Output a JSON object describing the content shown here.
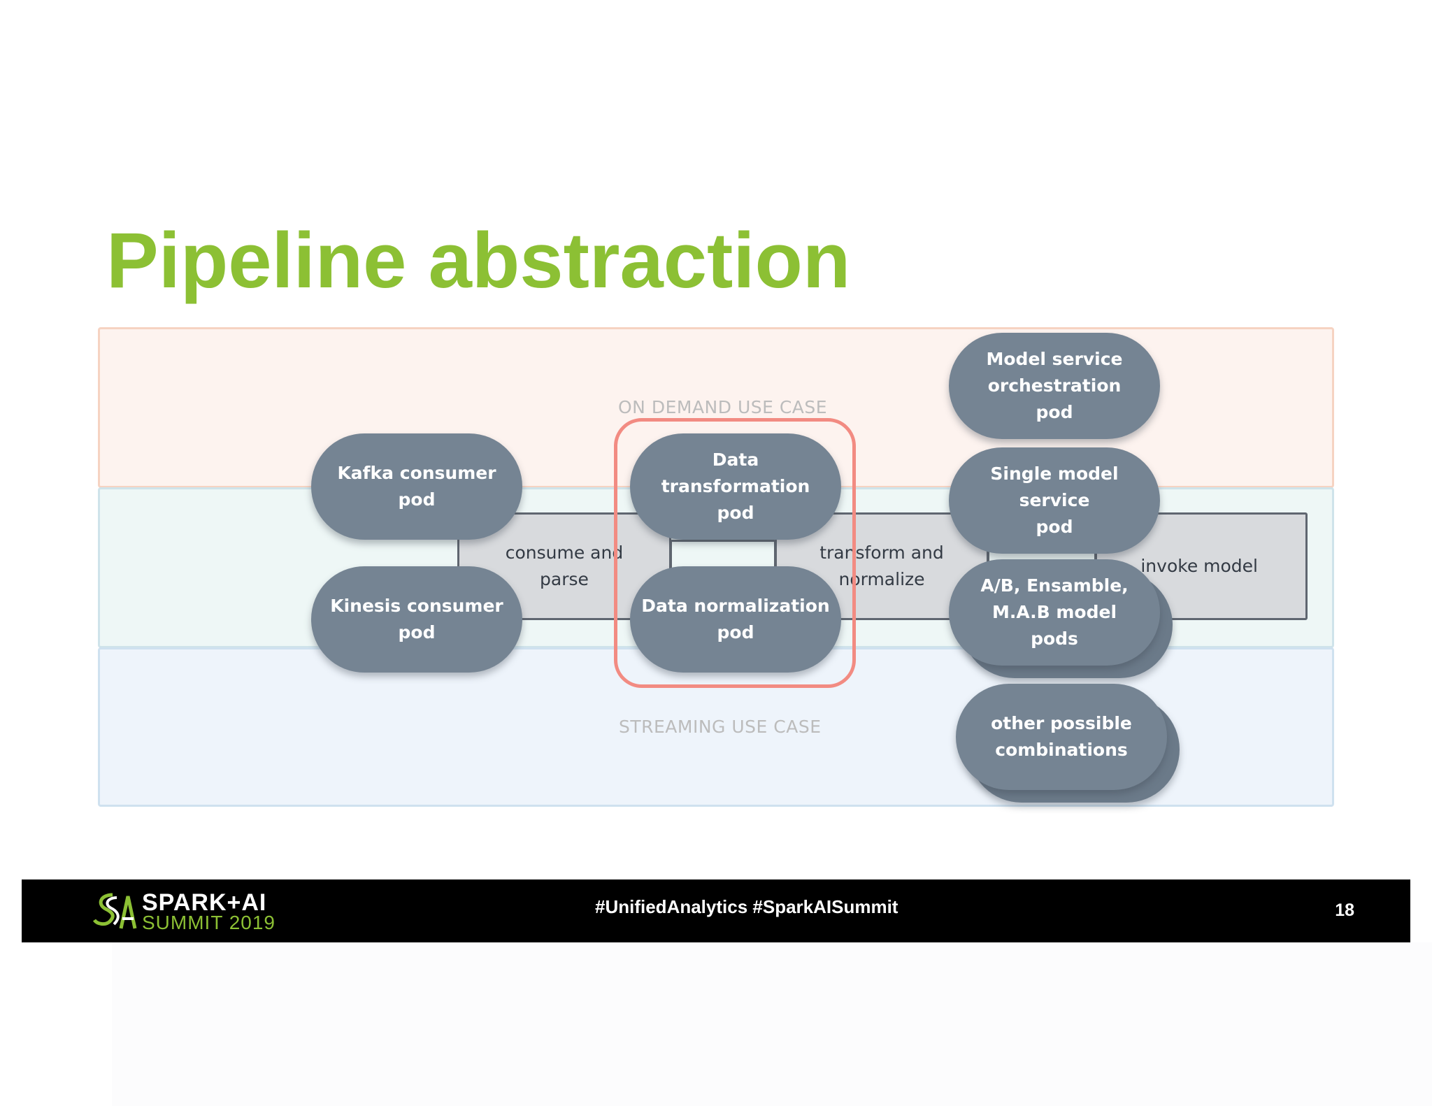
{
  "slide": {
    "title": "Pipeline abstraction",
    "colors": {
      "title": "#8cc034",
      "pod_fill": "#758493",
      "highlight": "#f28b82",
      "footer_bg": "#000000"
    }
  },
  "diagram": {
    "bands": {
      "on_demand_label": "ON DEMAND USE CASE",
      "streaming_label": "STREAMING USE CASE"
    },
    "steps": {
      "consume": "consume and\nparse",
      "transform": "transform and\nnormalize",
      "invoke": "invoke model"
    },
    "pods": {
      "kafka": "Kafka consumer\npod",
      "kinesis": "Kinesis consumer\npod",
      "data_transformation": "Data transformation\npod",
      "data_normalization": "Data normalization\npod",
      "model_orchestration": "Model service\norchestration\npod",
      "single_model": "Single model service\npod",
      "ab_ensamble": "A/B, Ensamble,\nM.A.B model\npods",
      "other": "other possible\ncombinations"
    }
  },
  "footer": {
    "logo_line1": "SPARK+AI",
    "logo_line2": "SUMMIT 2019",
    "hashtags": "#UnifiedAnalytics #SparkAISummit",
    "page_number": "18"
  }
}
